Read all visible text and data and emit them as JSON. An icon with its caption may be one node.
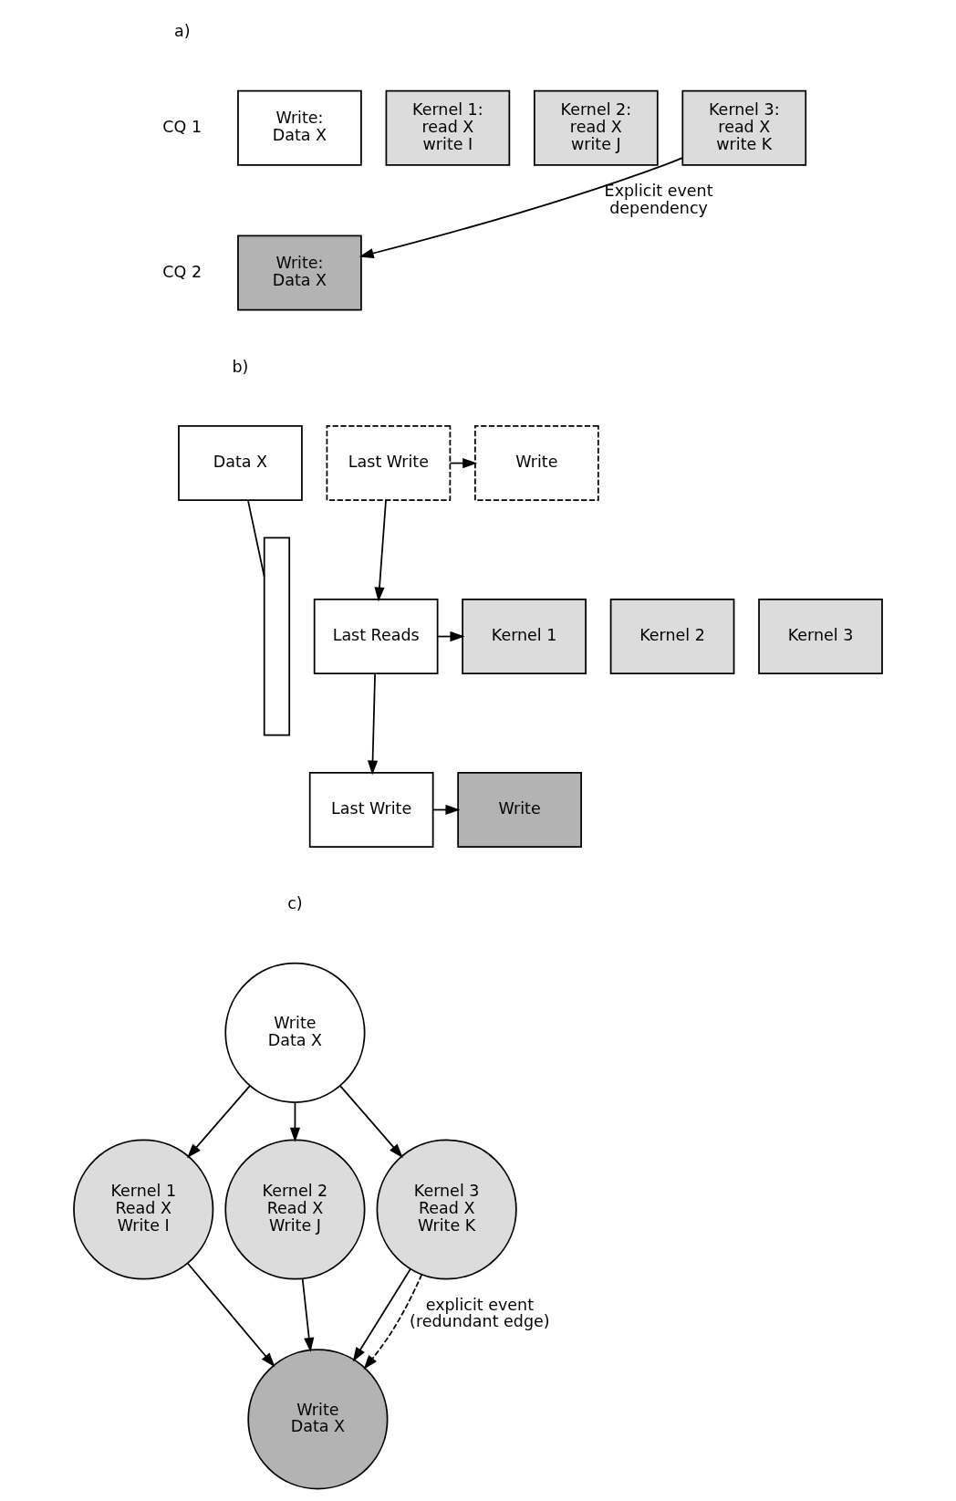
{
  "diagram": {
    "nodes": [
      {
        "text": [
          "Write: Data X"
        ]
      },
      {
        "text": [
          "Kernel 1: read X write I"
        ]
      },
      {
        "text": [
          "Kernel 2: read X write J"
        ]
      },
      {
        "text": [
          "Kernel 3: read X write K"
        ]
      },
      {
        "text": [
          "Write: Data X"
        ]
      },
      {
        "text": [
          "Data X"
        ]
      },
      {
        "text": [
          "Last Write"
        ]
      },
      {
        "text": [
          "Write"
        ]
      },
      {
        "text": [
          "Last Reads"
        ]
      },
      {
        "text": [
          "Kernel 1"
        ]
      },
      {
        "text": [
          "Kernel 2"
        ]
      },
      {
        "text": [
          "Kernel 3"
        ]
      },
      {
        "text": [
          "Last Write"
        ]
      },
      {
        "text": [
          "Write"
        ]
      },
      {
        "text": [],
        "shape": "bar"
      },
      {
        "text": [
          "Write Data X"
        ]
      },
      {
        "text": [
          "Kernel 1 Read X Write I"
        ]
      },
      {
        "text": [
          "Kernel 2 Read X Write J"
        ]
      },
      {
        "text": [
          "Kernel 3 Read X Write K"
        ]
      },
      {
        "text": [
          "Write Data X"
        ]
      }
    ],
    "edges": [
      {
        "from": 3,
        "to": 4,
        "arrow": "to",
        "label": "Explicit event dependency"
      },
      {
        "from": 5,
        "to": 14,
        "arrow": "none"
      },
      {
        "from": 6,
        "to": 7,
        "arrow": "to"
      },
      {
        "from": 6,
        "to": 8,
        "arrow": "to"
      },
      {
        "from": 8,
        "to": 9,
        "arrow": "to"
      },
      {
        "from": 8,
        "to": 12,
        "arrow": "to"
      },
      {
        "from": 12,
        "to": 13,
        "arrow": "to"
      },
      {
        "from": 15,
        "to": 16,
        "arrow": "to"
      },
      {
        "from": 15,
        "to": 17,
        "arrow": "to"
      },
      {
        "from": 15,
        "to": 18,
        "arrow": "to"
      },
      {
        "from": 16,
        "to": 19,
        "arrow": "to"
      },
      {
        "from": 17,
        "to": 19,
        "arrow": "to"
      },
      {
        "from": 18,
        "to": 19,
        "arrow": "to"
      },
      {
        "from": 18,
        "to": 19,
        "arrow": "to",
        "style": "dashed",
        "label": "explicit event (redundant edge)"
      }
    ],
    "labels": [
      "a)",
      "CQ 1",
      "CQ 2",
      "b)",
      "c)"
    ]
  }
}
